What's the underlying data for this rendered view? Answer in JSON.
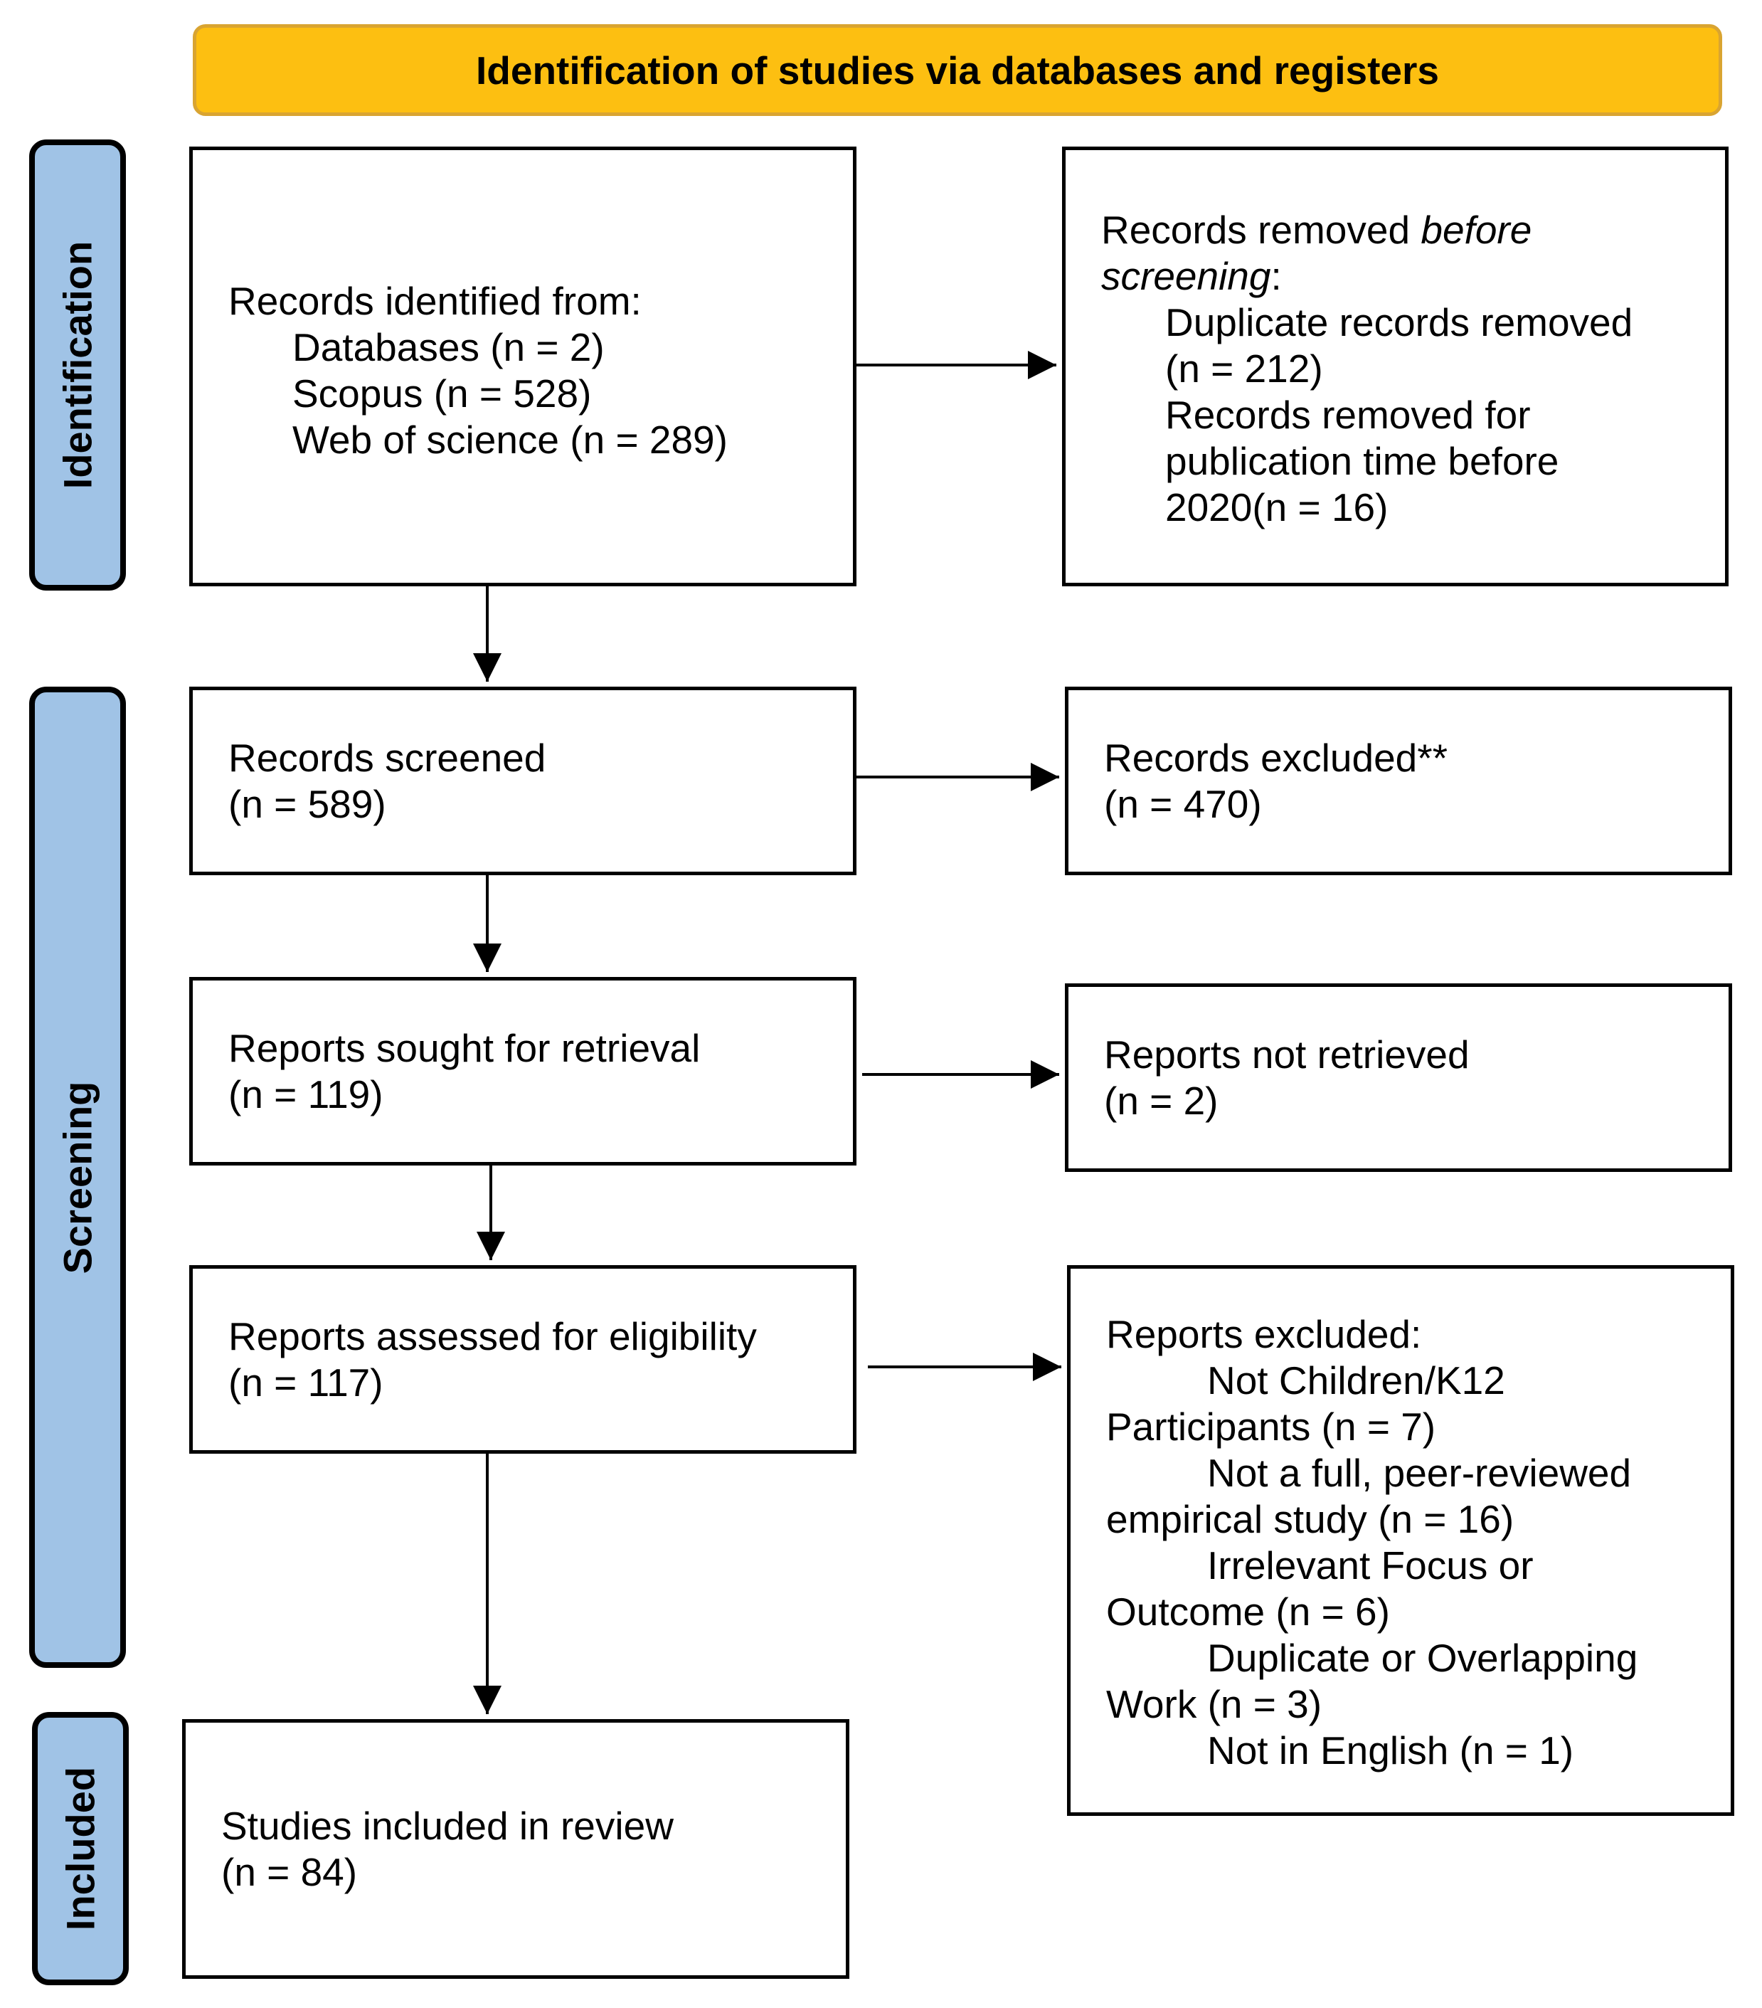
{
  "header": {
    "title": "Identification of studies via databases and registers"
  },
  "phases": {
    "identification": "Identification",
    "screening": "Screening",
    "included": "Included"
  },
  "boxes": {
    "records_identified": {
      "heading": "Records identified from:",
      "databases": "Databases (n = 2)",
      "scopus": "Scopus (n = 528)",
      "wos": "Web of science (n = 289)"
    },
    "records_removed": {
      "heading_prefix": "Records removed ",
      "heading_italic_1": "before",
      "heading_italic_2": "screening",
      "heading_suffix": ":",
      "duplicates_line1": "Duplicate records removed",
      "duplicates_line2": "(n = 212)",
      "pubtime_line1": "Records removed for",
      "pubtime_line2": "publication time before",
      "pubtime_line3": "2020(n = 16)"
    },
    "records_screened": {
      "line1": "Records screened",
      "line2": "(n = 589)"
    },
    "records_excluded": {
      "line1": "Records excluded**",
      "line2": "(n = 470)"
    },
    "reports_sought": {
      "line1": "Reports sought for retrieval",
      "line2": "(n = 119)"
    },
    "reports_not_retrieved": {
      "line1": "Reports not retrieved",
      "line2": "(n = 2)"
    },
    "reports_assessed": {
      "line1": "Reports assessed for eligibility",
      "line2": "(n = 117)"
    },
    "reports_excluded": {
      "heading": "Reports excluded:",
      "r1a": "Not Children/K12",
      "r1b": "Participants (n = 7)",
      "r2a": "Not a full, peer-reviewed",
      "r2b": "empirical study (n = 16)",
      "r3a": "Irrelevant Focus or",
      "r3b": "Outcome (n = 6)",
      "r4a": "Duplicate or Overlapping",
      "r4b": "Work (n = 3)",
      "r5": "Not in English (n = 1)"
    },
    "studies_included": {
      "line1": "Studies included in review",
      "line2": "(n = 84)"
    }
  },
  "colors": {
    "header_fill": "#fdbf11",
    "header_border": "#d9a431",
    "phase_fill": "#a0c3e6"
  }
}
